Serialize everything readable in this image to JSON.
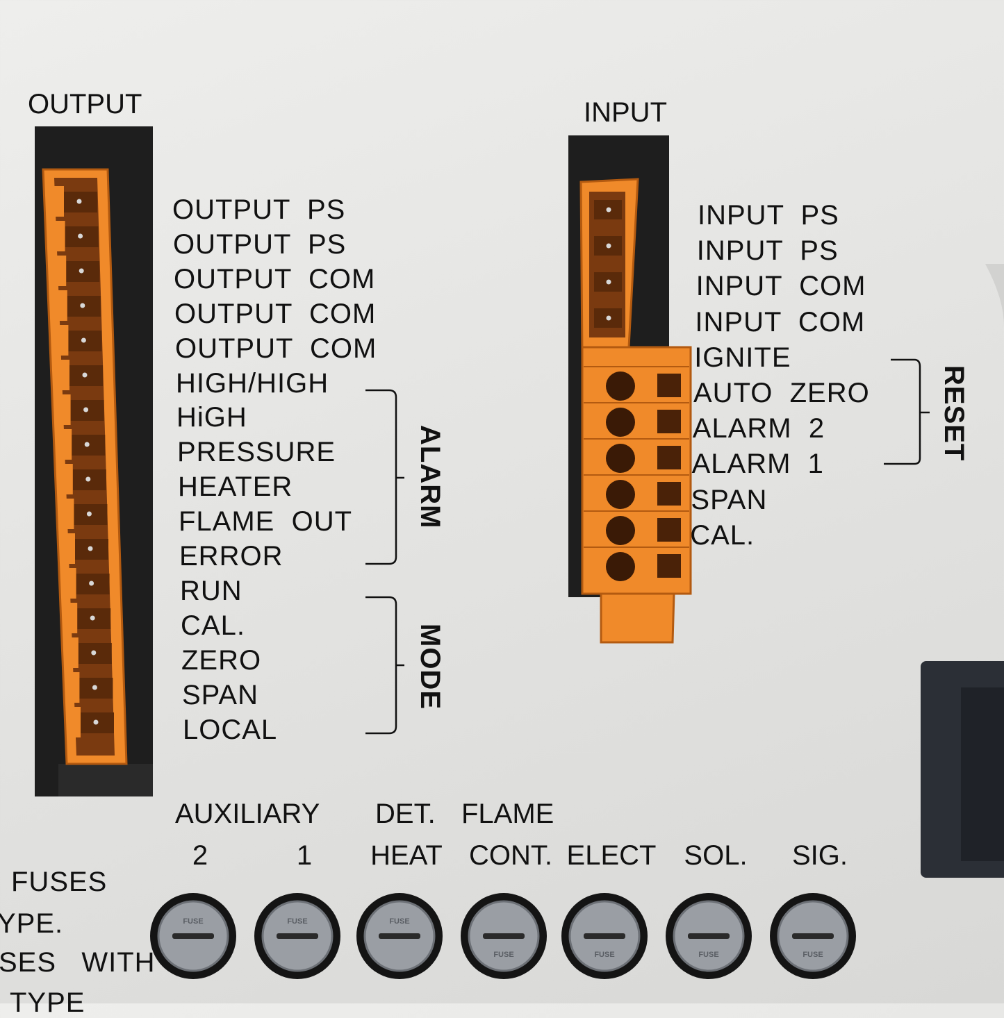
{
  "colors": {
    "panel": "#e6e6e4",
    "connector_orange": "#f08a2a",
    "housing_black": "#1e1e1e",
    "fuse_gray": "#9a9ea4"
  },
  "output": {
    "header": "OUTPUT",
    "pins": [
      "OUTPUT  PS",
      "OUTPUT  PS",
      "OUTPUT  COM",
      "OUTPUT  COM",
      "OUTPUT  COM",
      "HIGH/HIGH",
      "HiGH",
      "PRESSURE",
      "HEATER",
      "FLAME  OUT",
      "ERROR",
      "RUN",
      "CAL.",
      "ZERO",
      "SPAN",
      "LOCAL"
    ],
    "alarm_label": "ALARM",
    "mode_label": "MODE"
  },
  "input": {
    "header": "INPUT",
    "pins": [
      "INPUT  PS",
      "INPUT  PS",
      "INPUT  COM",
      "INPUT  COM",
      "IGNITE",
      "AUTO  ZERO",
      "ALARM  2",
      "ALARM  1",
      "SPAN",
      "CAL."
    ],
    "reset_label": "RESET"
  },
  "fuses": {
    "group_labels": {
      "auxiliary": "AUXILIARY",
      "det": "DET.",
      "flame": "FLAME"
    },
    "columns": [
      "2",
      "1",
      "HEAT",
      "CONT.",
      "ELECT",
      "SOL.",
      "SIG."
    ],
    "cap_text": "FUSE",
    "notice_lines": [
      "FUSES",
      "YPE.",
      "SES   WITH",
      "TYPE"
    ]
  }
}
